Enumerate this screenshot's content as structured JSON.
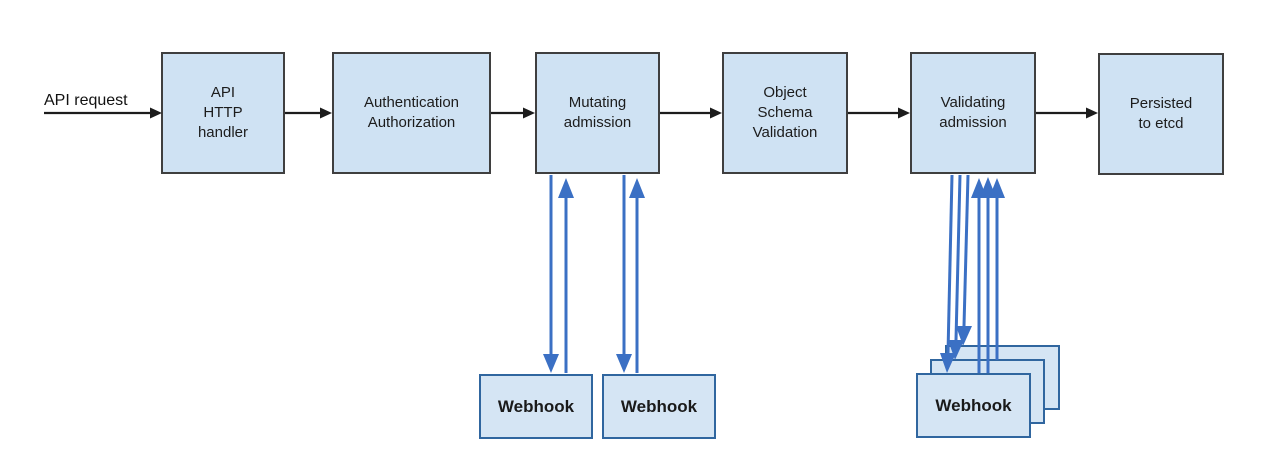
{
  "diagram": {
    "request_label": "API request",
    "nodes": [
      {
        "id": "api-http-handler",
        "label": "API\nHTTP\nhandler"
      },
      {
        "id": "authentication-authorization",
        "label": "Authentication\nAuthorization"
      },
      {
        "id": "mutating-admission",
        "label": "Mutating\nadmission"
      },
      {
        "id": "object-schema-validation",
        "label": "Object\nSchema\nValidation"
      },
      {
        "id": "validating-admission",
        "label": "Validating\nadmission"
      },
      {
        "id": "persisted-to-etcd",
        "label": "Persisted\nto etcd"
      }
    ],
    "webhooks": {
      "mutating": [
        "Webhook",
        "Webhook"
      ],
      "validating": [
        "Webhook"
      ]
    },
    "edges": [
      {
        "from": "api-request",
        "to": "api-http-handler",
        "style": "black-flow"
      },
      {
        "from": "api-http-handler",
        "to": "authentication-authorization",
        "style": "black-flow"
      },
      {
        "from": "authentication-authorization",
        "to": "mutating-admission",
        "style": "black-flow"
      },
      {
        "from": "mutating-admission",
        "to": "object-schema-validation",
        "style": "black-flow"
      },
      {
        "from": "object-schema-validation",
        "to": "validating-admission",
        "style": "black-flow"
      },
      {
        "from": "validating-admission",
        "to": "persisted-to-etcd",
        "style": "black-flow"
      },
      {
        "from": "mutating-admission",
        "to": "mutating-webhook-1",
        "style": "blue-webhook",
        "bidirectional": true
      },
      {
        "from": "mutating-admission",
        "to": "mutating-webhook-2",
        "style": "blue-webhook",
        "bidirectional": true
      },
      {
        "from": "validating-admission",
        "to": "validating-webhook-stack",
        "style": "blue-webhook",
        "bidirectional": true,
        "parallel_calls": 3
      }
    ],
    "colors": {
      "box_fill": "#cfe2f3",
      "main_box_border": "#3f3f3f",
      "webhook_box_fill": "#d5e5f4",
      "webhook_box_border": "#30669f",
      "flow_arrow": "#1c1c1c",
      "webhook_arrow": "#3b70c4"
    }
  }
}
